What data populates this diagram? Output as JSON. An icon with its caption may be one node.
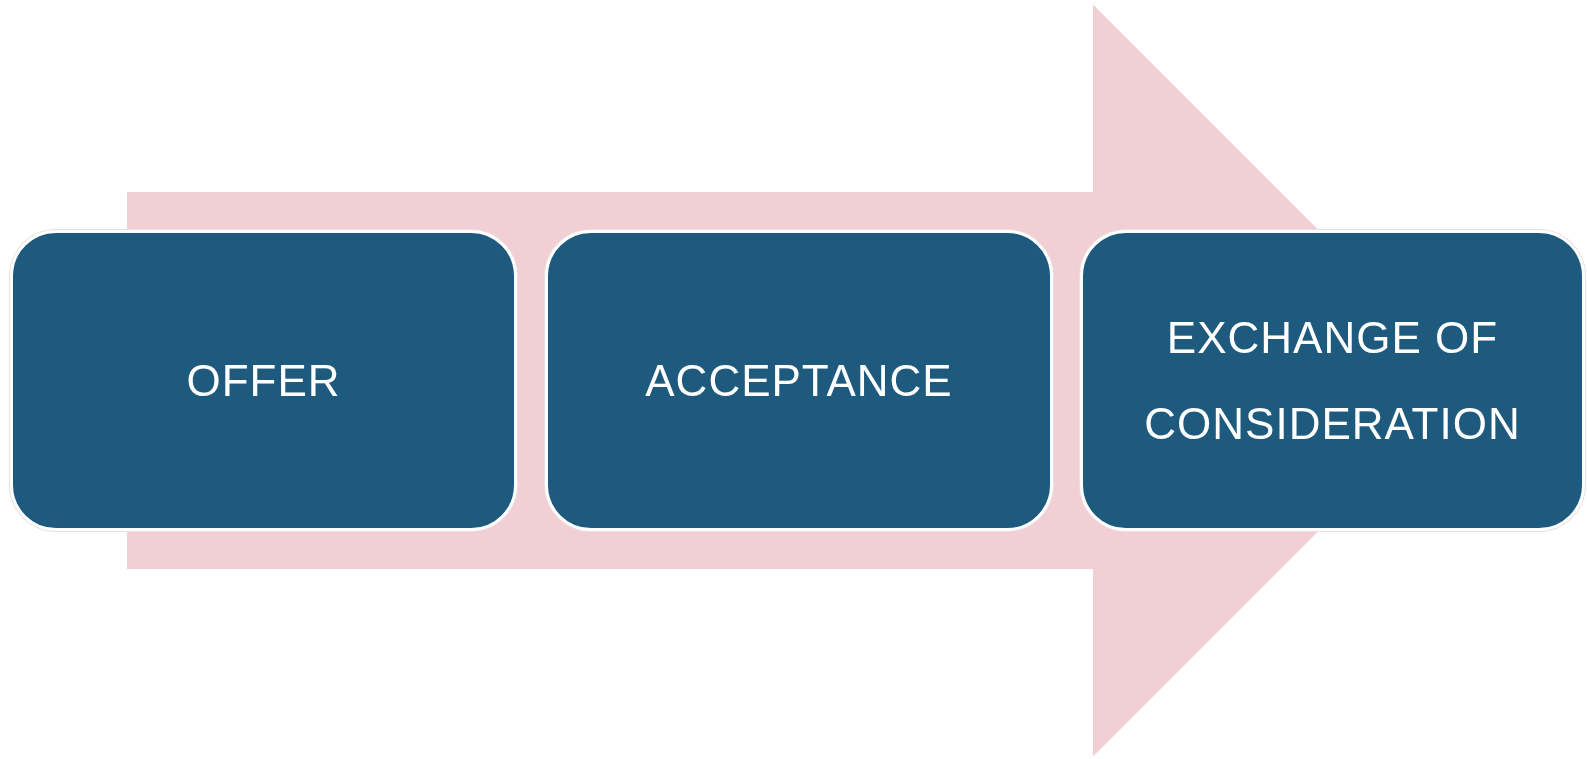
{
  "diagram": {
    "nodes": [
      {
        "text": [
          "OFFER"
        ]
      },
      {
        "text": [
          "ACCEPTANCE"
        ]
      },
      {
        "text": [
          "EXCHANGE OF CONSIDERATION"
        ]
      }
    ],
    "edges": [
      {
        "from": 0,
        "to": 2,
        "arrow": "to"
      }
    ]
  }
}
